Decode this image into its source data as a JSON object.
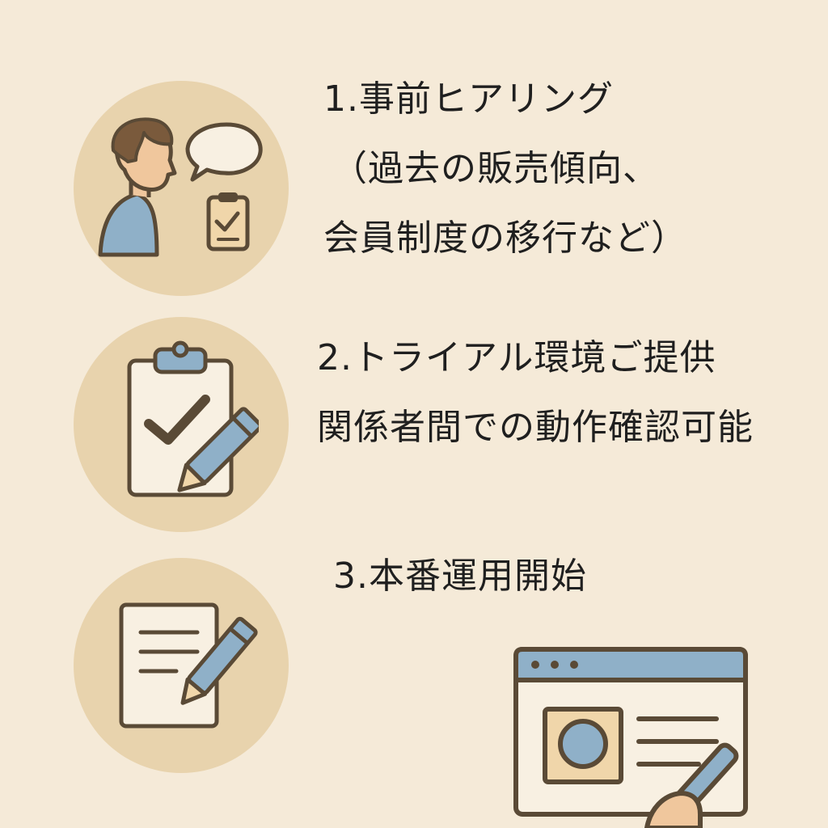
{
  "steps": [
    {
      "number": "1.",
      "title": "事前ヒアリング",
      "lines": [
        "（過去の販売傾向、",
        "会員制度の移行など）"
      ],
      "icon": "interview-icon"
    },
    {
      "number": "2.",
      "title": "トライアル環境ご提供",
      "lines": [
        "関係者間での動作確認可能"
      ],
      "icon": "checklist-clipboard-icon"
    },
    {
      "number": "3.",
      "title": "本番運用開始",
      "lines": [],
      "icon": "document-pen-icon"
    }
  ],
  "colors": {
    "background": "#f5ead8",
    "circle": "#e8d3ad",
    "outline": "#5a4a36",
    "accent_blue": "#8fb0c8",
    "paper": "#f8f0e2"
  },
  "illustration": {
    "icon": "website-launch-icon"
  }
}
